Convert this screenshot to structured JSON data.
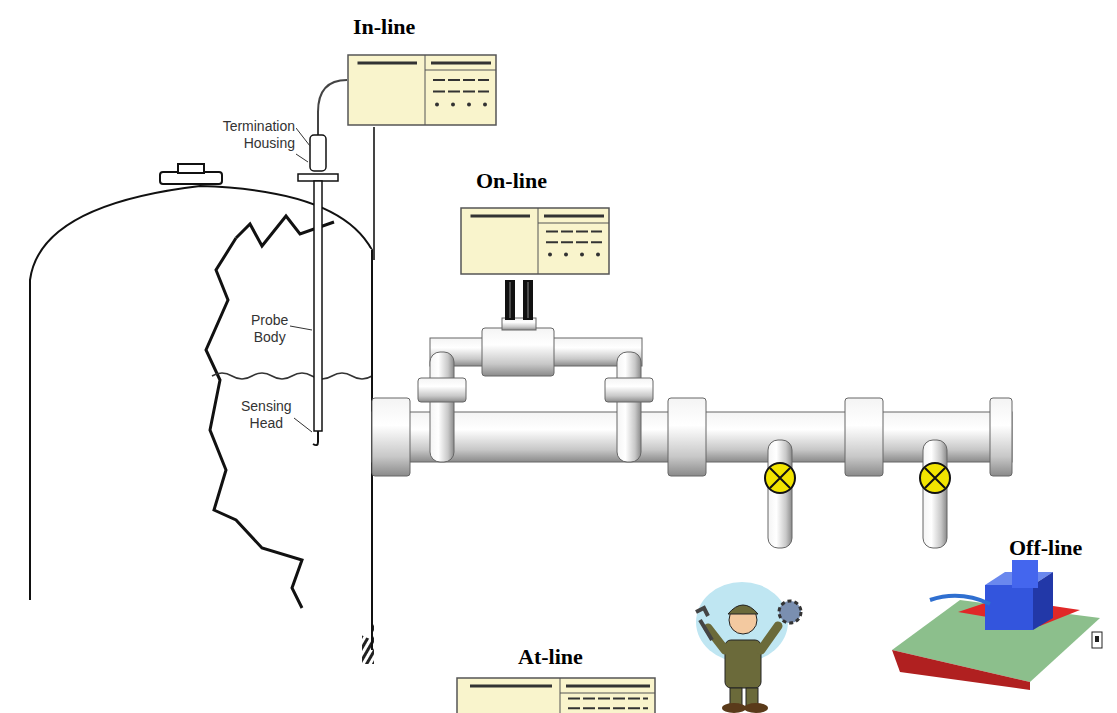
{
  "diagram": {
    "nodes": [
      {
        "text": [
          "In-line"
        ]
      },
      {
        "text": [
          "On-line"
        ]
      },
      {
        "text": [
          "At-line"
        ]
      }
    ],
    "labels": [
      "Termination Housing",
      "Probe Body",
      "Sensing Head",
      "Off-line"
    ]
  }
}
